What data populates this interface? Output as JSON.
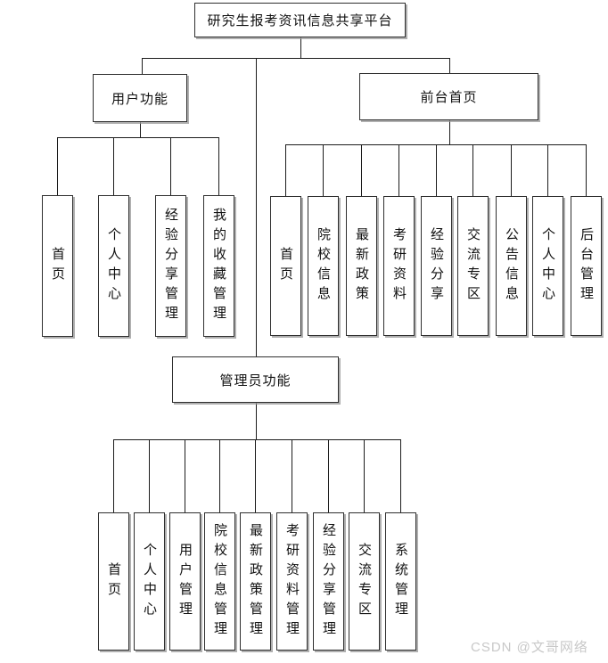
{
  "nodes": {
    "root": {
      "label": "研究生报考资讯信息共享平台"
    },
    "user": {
      "label": "用户功能",
      "children": [
        "首页",
        "个人中心",
        "经验分享管理",
        "我的收藏管理"
      ]
    },
    "front": {
      "label": "前台首页",
      "children": [
        "首页",
        "院校信息",
        "最新政策",
        "考研资料",
        "经验分享",
        "交流专区",
        "公告信息",
        "个人中心",
        "后台管理"
      ]
    },
    "admin": {
      "label": "管理员功能",
      "children": [
        "首页",
        "个人中心",
        "用户管理",
        "院校信息管理",
        "最新政策管理",
        "考研资料管理",
        "经验分享管理",
        "交流专区",
        "系统管理"
      ]
    }
  },
  "watermark": "CSDN @文哥网络",
  "colors": {
    "background": "#ffffff",
    "line": "#1c1c1c",
    "box_border": "#2f2f2f",
    "box_shadow": "#999999",
    "text": "#111111",
    "watermark": "#c8c8c8"
  }
}
